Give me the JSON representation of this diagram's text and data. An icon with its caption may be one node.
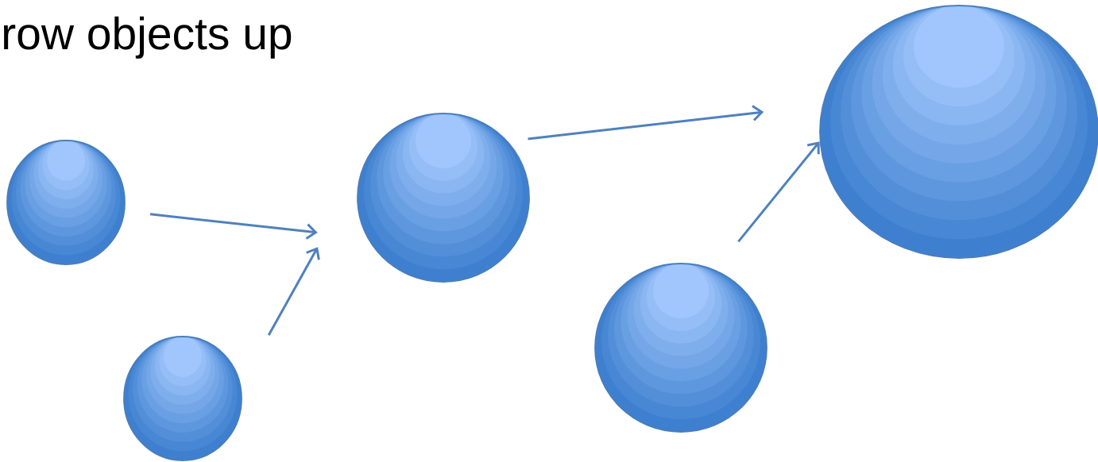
{
  "diagram": {
    "title": "row objects up",
    "nodes": [
      {
        "text": [],
        "shape": "circle"
      },
      {
        "text": [],
        "shape": "circle"
      },
      {
        "text": [],
        "shape": "circle"
      },
      {
        "text": [],
        "shape": "circle"
      },
      {
        "text": [],
        "shape": "circle"
      }
    ],
    "edges": [
      {
        "from": 0,
        "to": 2,
        "arrow": "to"
      },
      {
        "from": 1,
        "to": 2,
        "arrow": "to"
      },
      {
        "from": 2,
        "to": 4,
        "arrow": "to"
      },
      {
        "from": 3,
        "to": 4,
        "arrow": "to"
      }
    ]
  }
}
